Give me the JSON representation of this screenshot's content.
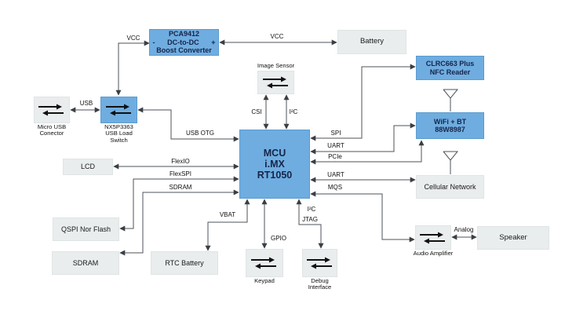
{
  "diagram": {
    "blocks": {
      "boost": {
        "line1": "PCA9412",
        "minus": "-",
        "line2": "DC-to-DC",
        "plus": "+",
        "line3": "Boost Converter"
      },
      "battery": {
        "title": "Battery"
      },
      "image_sensor": {
        "label": "Image Sensor"
      },
      "nfc": {
        "line1": "CLRC663 Plus",
        "line2": "NFC Reader"
      },
      "wifi": {
        "line1": "WiFi + BT",
        "line2": "88W8987"
      },
      "micro_usb": {
        "caption1": "Micro USB",
        "caption2": "Conector"
      },
      "load_switch": {
        "caption1": "NX5P3363",
        "caption2": "USB Load",
        "caption3": "Switch"
      },
      "mcu": {
        "line1": "MCU",
        "line2": "i.MX",
        "line3": "RT1050"
      },
      "lcd": {
        "title": "LCD"
      },
      "cellular": {
        "title": "Cellular Network"
      },
      "qspi": {
        "title": "QSPI Nor Flash"
      },
      "sdram": {
        "title": "SDRAM"
      },
      "rtc": {
        "title": "RTC Battery"
      },
      "keypad": {
        "caption": "Keypad"
      },
      "debug": {
        "caption1": "Debug",
        "caption2": "Interface"
      },
      "audio_amp": {
        "caption": "Audio Amplifier"
      },
      "speaker": {
        "title": "Speaker"
      }
    },
    "bus_labels": {
      "vcc_left": "VCC",
      "vcc_right": "VCC",
      "usb": "USB",
      "usb_otg": "USB OTG",
      "csi": "CSI",
      "i2c_top": "I²C",
      "spi": "SPI",
      "uart_wifi": "UART",
      "pcie": "PCIe",
      "uart_cell": "UART",
      "mqs": "MQS",
      "flexio": "FlexIO",
      "flexspi": "FlexSPI",
      "sdram": "SDRAM",
      "vbat": "VBAT",
      "gpio": "GPIO",
      "i2c_bottom": "I²C",
      "jtag": "JTAG",
      "analog": "Analog"
    },
    "colors": {
      "block_blue": "#6fade0",
      "block_gray": "#e9edee",
      "text_navy": "#16254a",
      "wire": "#4d5359"
    }
  }
}
